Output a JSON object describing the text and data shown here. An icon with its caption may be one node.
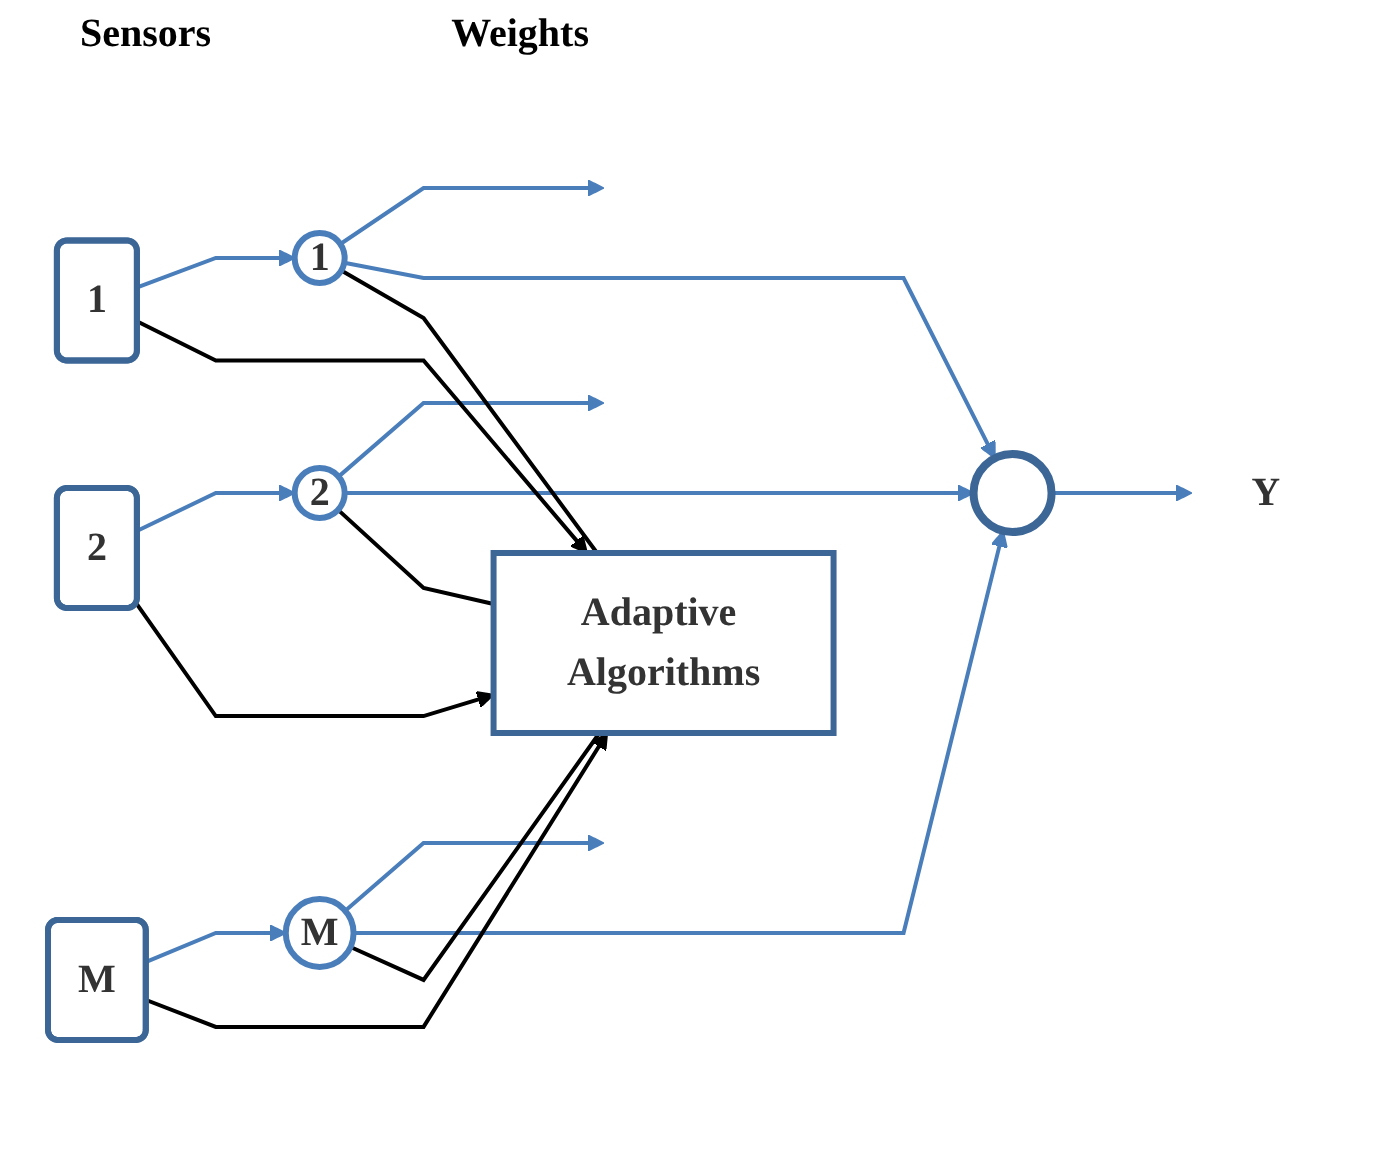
{
  "diagram": {
    "nodes": [
      {
        "text": [
          "1"
        ]
      },
      {
        "text": [
          "2"
        ]
      },
      {
        "text": [
          "M"
        ]
      },
      {
        "text": [
          "1"
        ]
      },
      {
        "text": [
          "2"
        ]
      },
      {
        "text": [
          "M"
        ]
      },
      {
        "text": [],
        "shape": "circle"
      },
      {
        "text": [
          "Y"
        ]
      },
      {
        "text": [
          "Adaptive Algorithms"
        ]
      }
    ],
    "edges": [
      {
        "from": 0,
        "to": 3,
        "arrow": "to"
      },
      {
        "from": 1,
        "to": 4,
        "arrow": "to"
      },
      {
        "from": 2,
        "to": 5,
        "arrow": "to"
      },
      {
        "from": 3,
        "to": null,
        "arrow": "to"
      },
      {
        "from": 3,
        "to": 6,
        "arrow": "to"
      },
      {
        "from": 4,
        "to": null,
        "arrow": "to"
      },
      {
        "from": 4,
        "to": 6,
        "arrow": "to"
      },
      {
        "from": 5,
        "to": null,
        "arrow": "to"
      },
      {
        "from": 5,
        "to": 6,
        "arrow": "to"
      },
      {
        "from": 6,
        "to": 7,
        "arrow": "to"
      },
      {
        "from": 0,
        "to": 8,
        "arrow": "to",
        "color": "#000000"
      },
      {
        "from": 1,
        "to": 8,
        "arrow": "to",
        "color": "#000000"
      },
      {
        "from": 2,
        "to": 8,
        "arrow": "to",
        "color": "#000000"
      },
      {
        "from": 3,
        "to": 8,
        "arrow": "none",
        "color": "#000000"
      },
      {
        "from": 4,
        "to": 8,
        "arrow": "none",
        "color": "#000000"
      },
      {
        "from": 5,
        "to": 8,
        "arrow": "none",
        "color": "#000000"
      }
    ],
    "labels": [
      "Sensors",
      "Weights"
    ]
  }
}
